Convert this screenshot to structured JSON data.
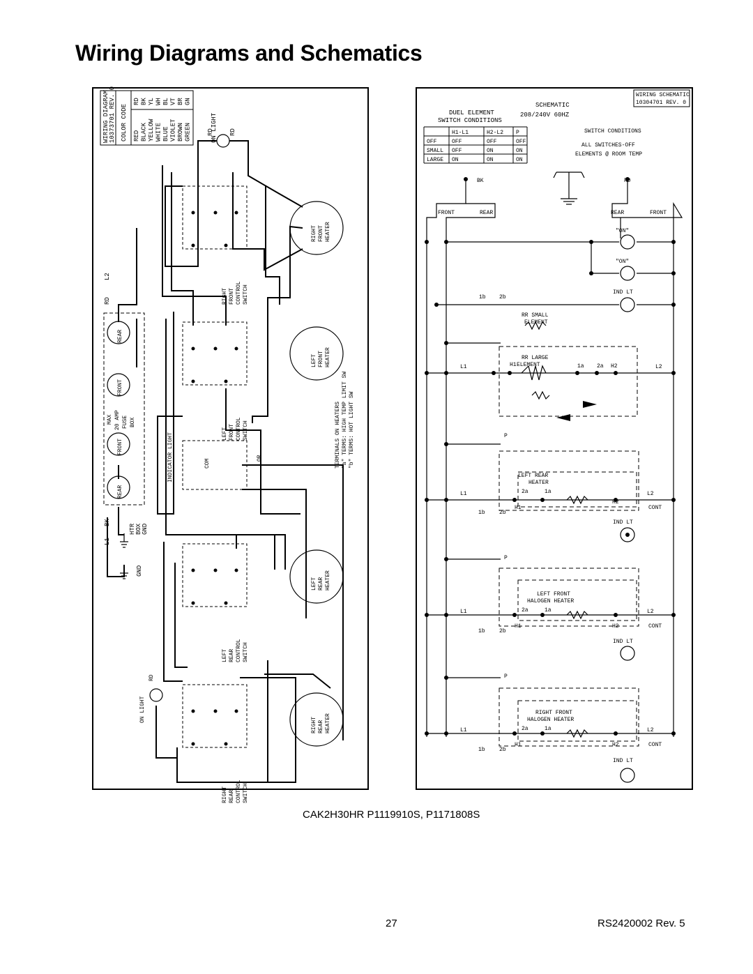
{
  "page": {
    "title": "Wiring Diagrams and Schematics",
    "caption": "CAK2H30HR    P1119910S, P1171808S",
    "page_number": "27",
    "doc_number": "RS2420002   Rev. 5"
  },
  "wiring_diagram": {
    "block_title": "WIRING DIAGRAM",
    "block_rev": "10373701  REV. 0",
    "color_code_title": "COLOR CODE",
    "color_code": [
      {
        "name": "RED",
        "abbr": "RD"
      },
      {
        "name": "BLACK",
        "abbr": "BK"
      },
      {
        "name": "YELLOW",
        "abbr": "YL"
      },
      {
        "name": "WHITE",
        "abbr": "WH"
      },
      {
        "name": "BLUE",
        "abbr": "BL"
      },
      {
        "name": "VIOLET",
        "abbr": "VT"
      },
      {
        "name": "BROWN",
        "abbr": "BR"
      },
      {
        "name": "GREEN",
        "abbr": "GN"
      }
    ],
    "on_light": "ON LIGHT",
    "l2": "L2",
    "l1": "L1",
    "gnd": "GND",
    "htr_box_gnd": "HTR BOX GND",
    "fuse_box": "MAX 20 AMP FUSE BOX",
    "fuse_front": "FRONT",
    "fuse_rear": "REAR",
    "indicator_light": "INDICATOR LIGHT",
    "com": "COM",
    "switches": [
      {
        "name": "RIGHT FRONT CONTROL SWITCH"
      },
      {
        "name": "LEFT FRONT CONTROL SWITCH"
      },
      {
        "name": "LEFT REAR CONTROL SWITCH"
      },
      {
        "name": "RIGHT REAR CONTROL SWITCH"
      }
    ],
    "heaters": [
      {
        "name": "RIGHT FRONT HEATER"
      },
      {
        "name": "LEFT FRONT HEATER"
      },
      {
        "name": "LEFT REAR HEATER"
      },
      {
        "name": "RIGHT REAR HEATER"
      }
    ],
    "terminals_note_1": "TERMINALS ON HEATERS",
    "terminals_note_2": "\"a\" TERMS: HIGH TEMP LIMIT SW",
    "terminals_note_3": "\"b\" TERMS: HOT LIGHT SW",
    "terminal_labels": [
      "P",
      "L1",
      "L2",
      "H1",
      "H2",
      "1a",
      "1b",
      "2a",
      "2b"
    ]
  },
  "schematic": {
    "block_title": "WIRING SCHEMATIC",
    "block_rev": "10304701  REV. 0",
    "heading": "SCHEMATIC",
    "subheading_1": "DUEL ELEMENT",
    "subheading_2": "SWITCH CONDITIONS",
    "voltage": "208/240V 60HZ",
    "table": {
      "headers": [
        "",
        "H1-L1",
        "H2-L2",
        "P"
      ],
      "rows": [
        [
          "OFF",
          "OFF",
          "OFF",
          "OFF"
        ],
        [
          "SMALL",
          "OFF",
          "ON",
          "ON"
        ],
        [
          "LARGE",
          "ON",
          "ON",
          "ON"
        ]
      ]
    },
    "switch_conditions": "SWITCH CONDITIONS",
    "all_switches_off": "ALL SWITCHES-OFF",
    "elements_room_temp": "ELEMENTS @ ROOM TEMP",
    "bk": "BK",
    "rd": "RD",
    "front": "FRONT",
    "rear": "REAR",
    "on_quoted": "\"ON\"",
    "ind_lt": "IND LT",
    "rr_small": "RR SMALL",
    "element": "ELEMENT",
    "rr_large": "RR LARGE",
    "left_rear_heater_1": "LEFT REAR",
    "left_rear_heater_2": "HEATER",
    "left_front_1": "LEFT FRONT",
    "halogen_heater": "HALOGEN HEATER",
    "right_front_1": "RIGHT FRONT",
    "cont": "CONT",
    "p": "P",
    "l1": "L1",
    "l2": "L2",
    "h1": "H1",
    "h2": "H2",
    "t1a": "1a",
    "t1b": "1b",
    "t2a": "2a",
    "t2b": "2b"
  }
}
